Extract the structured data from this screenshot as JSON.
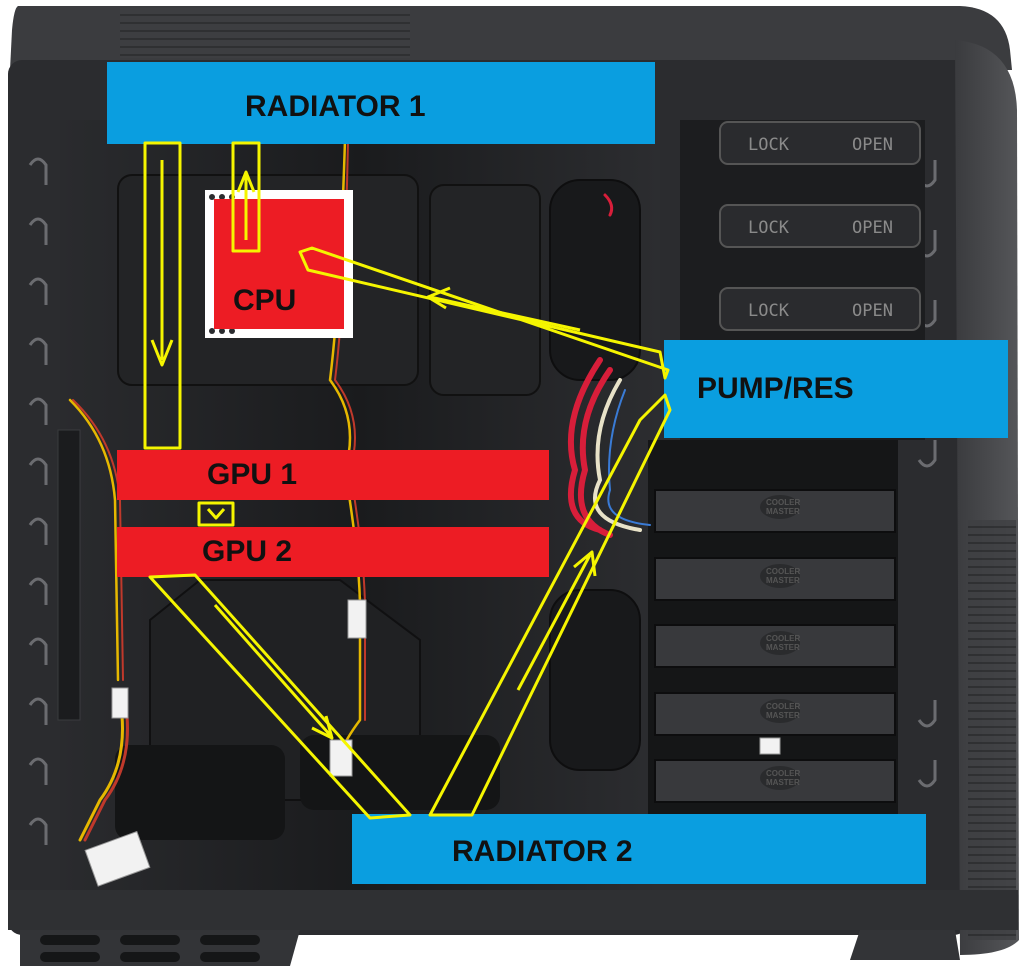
{
  "labels": {
    "radiator_1": "RADIATOR 1",
    "radiator_2": "RADIATOR 2",
    "cpu": "CPU",
    "gpu_1": "GPU 1",
    "gpu_2": "GPU 2",
    "pump_res": "PUMP/RES"
  },
  "bay_labels": {
    "lock": "LOCK",
    "open": "OPEN"
  },
  "bracket_brand": [
    "COOLER",
    "MASTER"
  ],
  "colors": {
    "radiator_blue": "#0a9ee0",
    "component_red": "#ed1c24",
    "flow_yellow": "#f5f500",
    "case_dark": "#1f2022"
  }
}
